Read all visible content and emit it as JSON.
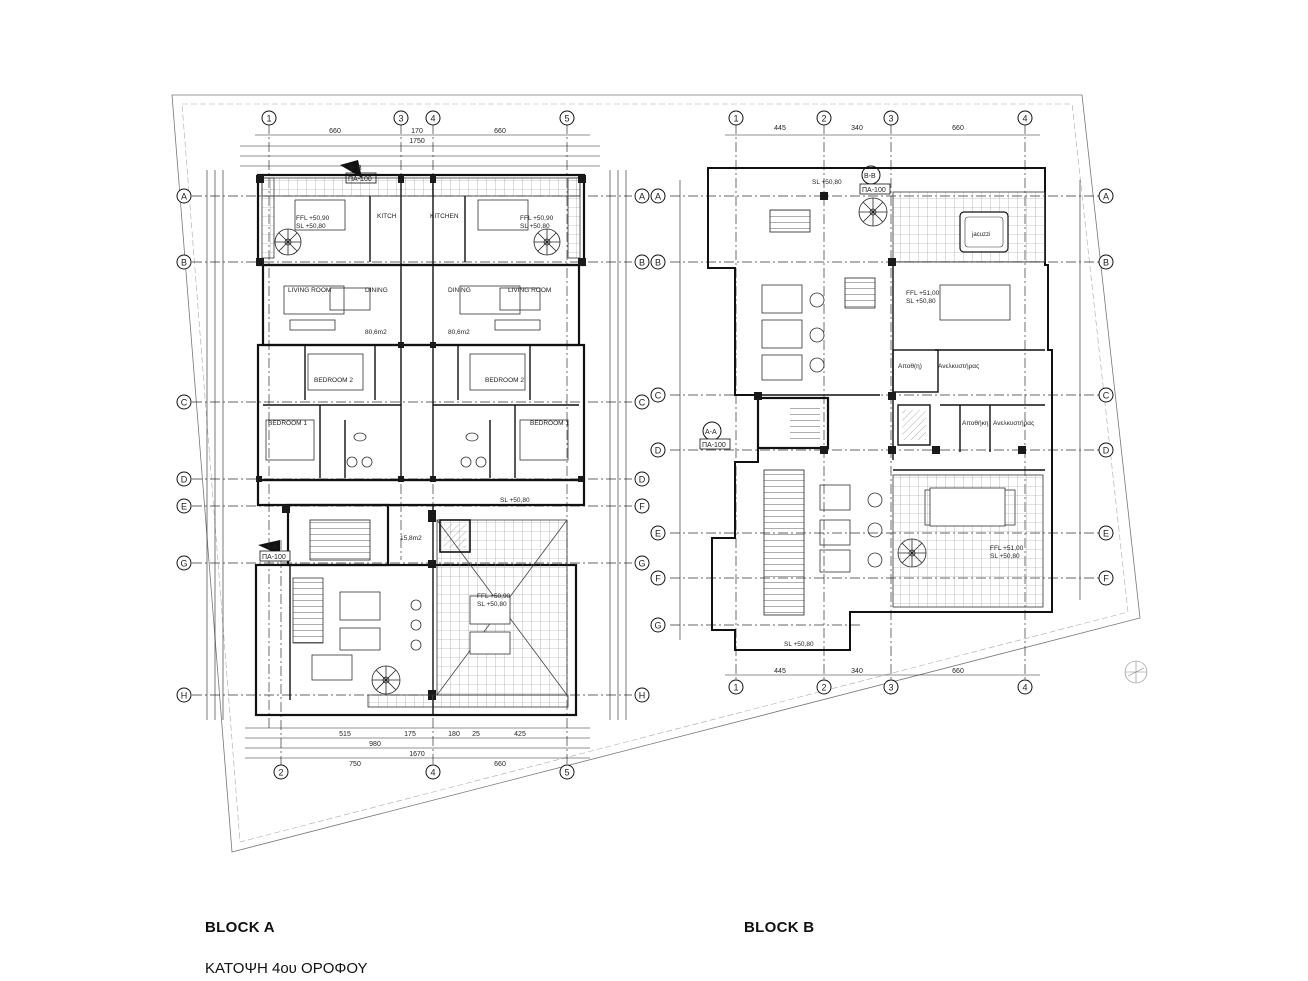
{
  "captions": {
    "block_a": "BLOCK A",
    "block_b": "BLOCK B",
    "floor_plan_title": "ΚΑΤΟΨΗ 4ου ΟΡΟΦΟΥ"
  },
  "grid_rows_a": [
    "A",
    "B",
    "C",
    "D",
    "E",
    "G",
    "H"
  ],
  "grid_rows_a_right": [
    "A",
    "B",
    "C",
    "D",
    "F",
    "G",
    "H"
  ],
  "grid_rows_b": [
    "A",
    "B",
    "C",
    "D",
    "E",
    "F",
    "G"
  ],
  "block_a": {
    "top_axes": [
      "1",
      "3",
      "4",
      "5"
    ],
    "bottom_axes": [
      "2",
      "4",
      "5"
    ],
    "top_dims": [
      "660",
      "170",
      "660",
      "1750"
    ],
    "bottom_dims": [
      "515",
      "175",
      "180",
      "25",
      "425",
      "980",
      "1670",
      "750",
      "660"
    ],
    "rooms": {
      "living_left": "LIVING ROOM",
      "dining_left": "DINING",
      "living_right": "LIVING ROOM",
      "dining_right": "DINING",
      "bedroom2_left": "BEDROOM 2",
      "bedroom2_right": "BEDROOM 2",
      "bedroom1_left": "BEDROOM 1",
      "bedroom1_right": "BEDROOM 1",
      "kitchen_left": "KITCH",
      "kitchen_right": "KITCHEN"
    },
    "areas": [
      "80,6m2",
      "80,6m2",
      "15,8m2"
    ],
    "levels": [
      "FFL +50,90",
      "SL +50,80",
      "FFL +50,90",
      "SL +50,80",
      "SL +50,80",
      "FFL +50,90",
      "SL +50,80"
    ],
    "section_marks": [
      "B-B",
      "ΠA-100",
      "A-A",
      "ΠA-100"
    ]
  },
  "block_b": {
    "top_axes": [
      "1",
      "2",
      "3",
      "4"
    ],
    "bottom_axes": [
      "1",
      "2",
      "3",
      "4"
    ],
    "top_dims": [
      "445",
      "340",
      "660"
    ],
    "bottom_dims": [
      "445",
      "340",
      "660"
    ],
    "rooms": {
      "jacuzzi": "jacuzzi",
      "storage1": "Αποθ(η)",
      "ancillary1": "Ανελκυστήρας",
      "storage2": "Αποθήκη",
      "ancillary2": "Ανελκυστήρας"
    },
    "levels": [
      "SL +50,80",
      "FFL +51,00",
      "SL +50,80",
      "FFL +51,00",
      "SL +50,80",
      "SL +50,80"
    ],
    "section_marks": [
      "B-B",
      "ΠA-100",
      "A-A",
      "ΠA-100"
    ]
  },
  "colors": {
    "line": "#1a1a1a",
    "thin": "#555555",
    "hatch": "#9a9a9a",
    "fill_dark": "#2a2a2a"
  }
}
